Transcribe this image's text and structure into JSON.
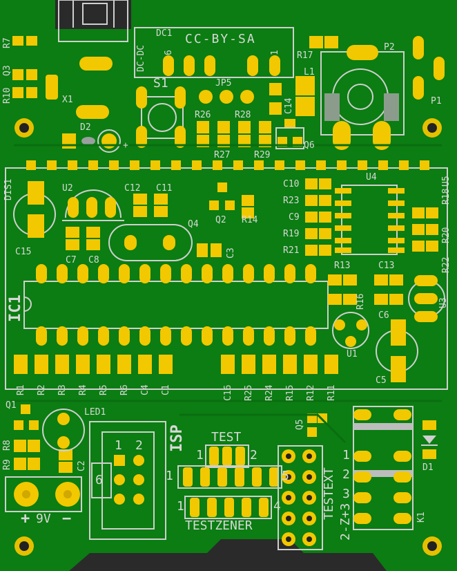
{
  "board": {
    "license": "CC-BY-SA",
    "silk_color": "#d8d8d8",
    "copper_color": "#0b7d12",
    "pad_color": "#f2c800",
    "labels": {
      "R7": "R7",
      "Q3": "Q3",
      "R10": "R10",
      "X1": "X1",
      "D2": "D2",
      "DC1": "DC1",
      "DCDC": "DC-DC",
      "pin6": "6",
      "pin1": "1",
      "S1": "S1",
      "JP5": "JP5",
      "R26": "R26",
      "R28": "R28",
      "R27": "R27",
      "R29": "R29",
      "C14": "C14",
      "L1": "L1",
      "R17": "R17",
      "P2": "P2",
      "P1": "P1",
      "Q6": "Q6",
      "plus": "+",
      "DIS1": "DIS1",
      "U2": "U2",
      "C12": "C12",
      "C11": "C11",
      "Q2": "Q2",
      "R14": "R14",
      "C10": "C10",
      "U4": "U4",
      "R23": "R23",
      "C9": "C9",
      "R19": "R19",
      "R21": "R21",
      "R18": "R18",
      "U5": "U5",
      "R20": "R20",
      "R22": "R22",
      "C15": "C15",
      "C7": "C7",
      "C8": "C8",
      "Q4": "Q4",
      "C3": "C3",
      "IC1": "IC1",
      "R13": "R13",
      "C13": "C13",
      "R16": "R16",
      "U3": "U3",
      "C6": "C6",
      "U1": "U1",
      "C5": "C5",
      "R1": "R1",
      "R2": "R2",
      "R3": "R3",
      "R4": "R4",
      "R5": "R5",
      "R6": "R6",
      "C4": "C4",
      "C1": "C1",
      "C16": "C16",
      "R25": "R25",
      "R24": "R24",
      "R15": "R15",
      "R12": "R12",
      "R11": "R11",
      "Q1": "Q1",
      "LED1": "LED1",
      "R8": "R8",
      "R9": "R9",
      "C2": "C2",
      "ISP": "ISP",
      "isp1": "1",
      "isp2": "2",
      "isp6": "6",
      "Q5": "Q5",
      "TEST": "TEST",
      "test1": "1",
      "test2": "2",
      "row1": "1",
      "row5": "5",
      "TESTZENER": "TESTZENER",
      "tz1": "1",
      "tz4": "4",
      "TESTEXT": "TESTEXT",
      "relay1": "1",
      "relay2": "2",
      "relay3": "3",
      "relay_side": "2-Z+3",
      "K1": "K1",
      "D1": "D1",
      "plus9": "+",
      "volt": "9V",
      "minus": "−"
    }
  }
}
